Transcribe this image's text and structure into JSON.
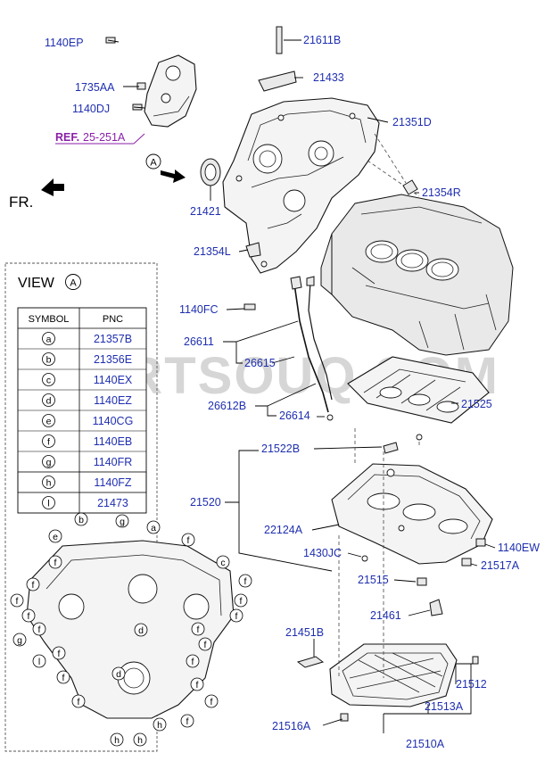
{
  "parts": {
    "p1140EP": "1140EP",
    "p1735AA": "1735AA",
    "p1140DJ": "1140DJ",
    "ref_label": "REF.",
    "ref_code": "25-251A",
    "p21611B": "21611B",
    "p21433": "21433",
    "p21351D": "21351D",
    "p21354R": "21354R",
    "p21421": "21421",
    "p21354L": "21354L",
    "p1140FC": "1140FC",
    "p26611": "26611",
    "p26615": "26615",
    "p26612B": "26612B",
    "p26614": "26614",
    "p21525": "21525",
    "p21522B": "21522B",
    "p21520": "21520",
    "p22124A": "22124A",
    "p1430JC": "1430JC",
    "p1140EW": "1140EW",
    "p21517A": "21517A",
    "p21515": "21515",
    "p21461": "21461",
    "p21451B": "21451B",
    "p21512": "21512",
    "p21513A": "21513A",
    "p21516A": "21516A",
    "p21510A": "21510A"
  },
  "fr_label": "FR.",
  "view_marker": "A",
  "view_box": {
    "title": "VIEW",
    "marker": "A",
    "headers": [
      "SYMBOL",
      "PNC"
    ],
    "rows": [
      {
        "symbol": "a",
        "pnc": "21357B"
      },
      {
        "symbol": "b",
        "pnc": "21356E"
      },
      {
        "symbol": "c",
        "pnc": "1140EX"
      },
      {
        "symbol": "d",
        "pnc": "1140EZ"
      },
      {
        "symbol": "e",
        "pnc": "1140CG"
      },
      {
        "symbol": "f",
        "pnc": "1140EB"
      },
      {
        "symbol": "g",
        "pnc": "1140FR"
      },
      {
        "symbol": "h",
        "pnc": "1140FZ"
      },
      {
        "symbol": "l",
        "pnc": "21473"
      }
    ]
  },
  "watermark": "PARTSOUQ.COM",
  "colors": {
    "pnc_blue": "#1f2fb0",
    "ref_purple": "#8a1fa8",
    "watermark": "#c8c8c8"
  }
}
